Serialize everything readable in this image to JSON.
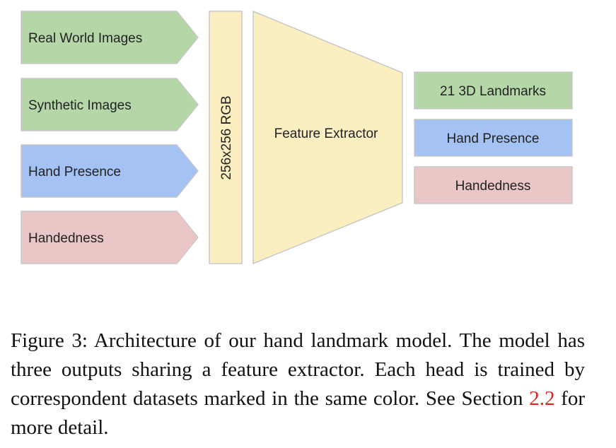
{
  "colors": {
    "green": "#b5d7a8",
    "blue": "#a4c2f4",
    "pink": "#eac6c6",
    "yellow": "#fbeec0",
    "border": "#c8c8c8",
    "reference": "#e0201b"
  },
  "inputs": [
    {
      "label": "Real World Images",
      "color": "green"
    },
    {
      "label": "Synthetic Images",
      "color": "green"
    },
    {
      "label": "Hand Presence",
      "color": "blue"
    },
    {
      "label": "Handedness",
      "color": "pink"
    }
  ],
  "input_bar": {
    "label": "256x256 RGB"
  },
  "extractor": {
    "label": "Feature Extractor"
  },
  "outputs": [
    {
      "label": "21 3D Landmarks",
      "color": "green"
    },
    {
      "label": "Hand Presence",
      "color": "blue"
    },
    {
      "label": "Handedness",
      "color": "pink"
    }
  ],
  "caption": {
    "before": "Figure 3: Architecture of our hand landmark model. The model has three outputs sharing a feature extractor. Each head is trained by correspondent datasets marked in the same color. See Section ",
    "ref": "2.2",
    "after": " for more detail."
  }
}
